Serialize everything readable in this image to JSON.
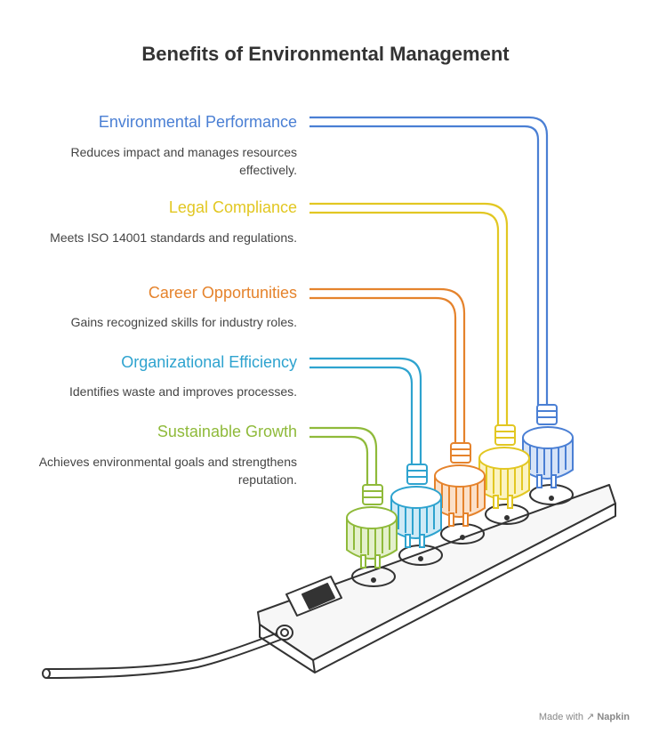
{
  "title": "Benefits of Environmental Management",
  "items": [
    {
      "title": "Environmental Performance",
      "description": "Reduces impact and manages resources effectively.",
      "color": "#4a7fd4"
    },
    {
      "title": "Legal Compliance",
      "description": "Meets ISO 14001 standards and regulations.",
      "color": "#e2c722"
    },
    {
      "title": "Career Opportunities",
      "description": "Gains recognized skills for industry roles.",
      "color": "#e5832c"
    },
    {
      "title": "Organizational Efficiency",
      "description": "Identifies waste and improves processes.",
      "color": "#2ea3cf"
    },
    {
      "title": "Sustainable Growth",
      "description": "Achieves environmental goals and strengthens reputation.",
      "color": "#8fba3a"
    }
  ],
  "credit": {
    "made_with": "Made with",
    "brand": "Napkin"
  },
  "icons": [
    "power-strip-icon",
    "plug-icon",
    "switch-icon",
    "napkin-logo-icon"
  ]
}
